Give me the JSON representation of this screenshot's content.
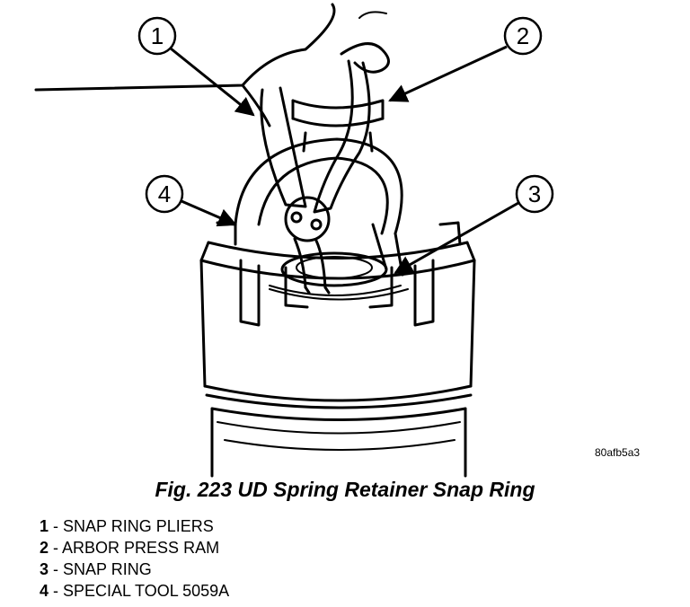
{
  "figure": {
    "reference_code": "80afb5a3",
    "caption": "Fig. 223 UD Spring Retainer Snap Ring",
    "callouts": [
      "1",
      "2",
      "3",
      "4"
    ]
  },
  "legend": [
    {
      "number": "1",
      "separator": " - ",
      "label": "SNAP RING PLIERS"
    },
    {
      "number": "2",
      "separator": " - ",
      "label": "ARBOR PRESS RAM"
    },
    {
      "number": "3",
      "separator": " - ",
      "label": "SNAP RING"
    },
    {
      "number": "4",
      "separator": " - ",
      "label": "SPECIAL TOOL 5059A"
    }
  ]
}
